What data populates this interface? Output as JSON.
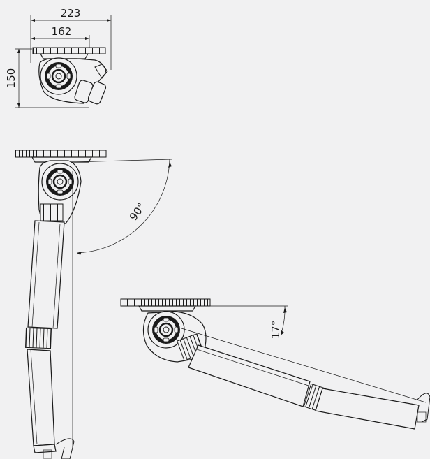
{
  "dimensions": {
    "width_total": "223",
    "width_mount": "162",
    "height": "150",
    "angle_down": "90°",
    "angle_tilt": "17°"
  },
  "colors": {
    "background": "#f1f1f2",
    "line": "#1a1a1a"
  }
}
